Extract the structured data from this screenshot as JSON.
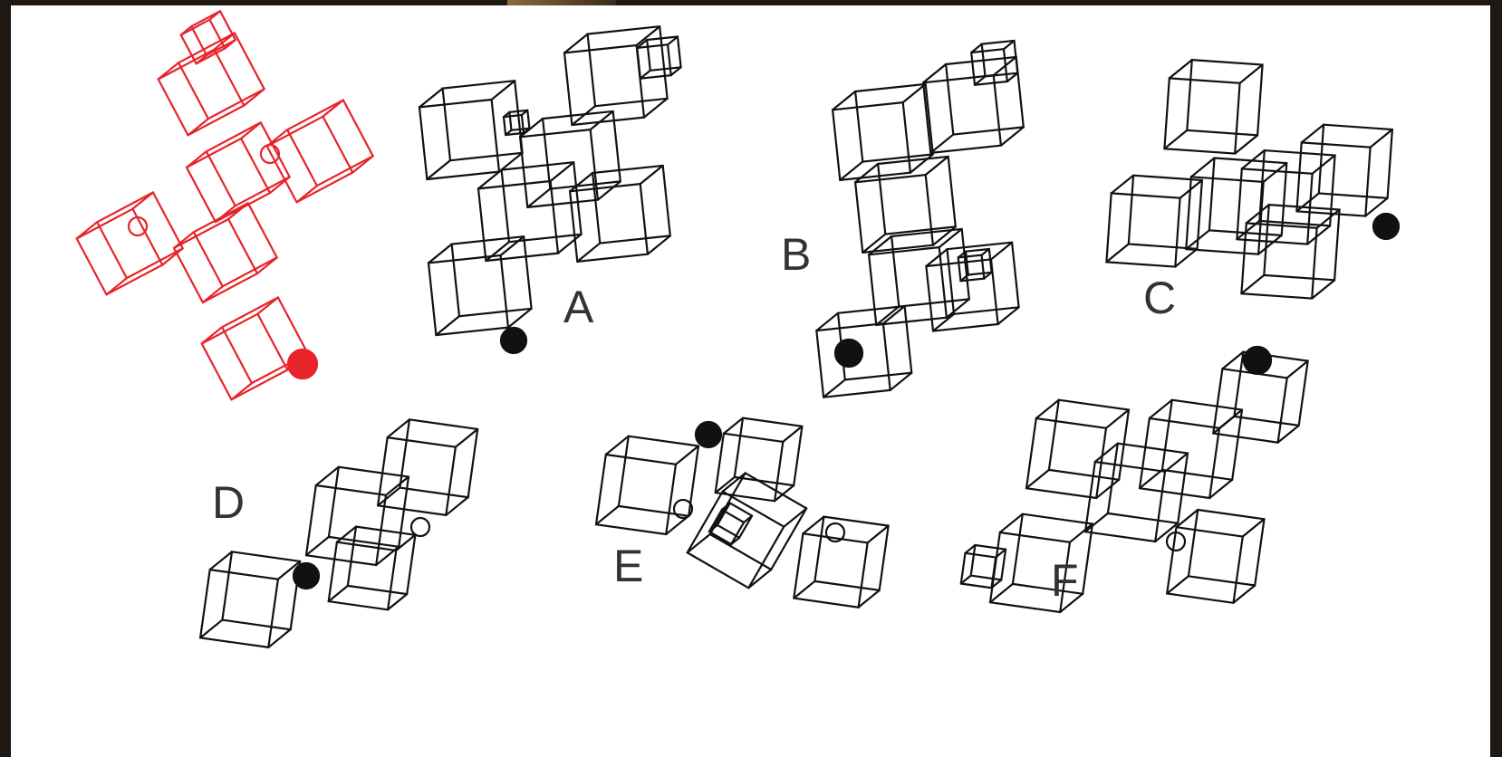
{
  "figure": {
    "reference_color": "#e8232a",
    "figure_color": "#111111",
    "options": [
      {
        "id": "A",
        "label": "A"
      },
      {
        "id": "B",
        "label": "B"
      },
      {
        "id": "C",
        "label": "C"
      },
      {
        "id": "D",
        "label": "D"
      },
      {
        "id": "E",
        "label": "E"
      },
      {
        "id": "F",
        "label": "F"
      }
    ]
  }
}
